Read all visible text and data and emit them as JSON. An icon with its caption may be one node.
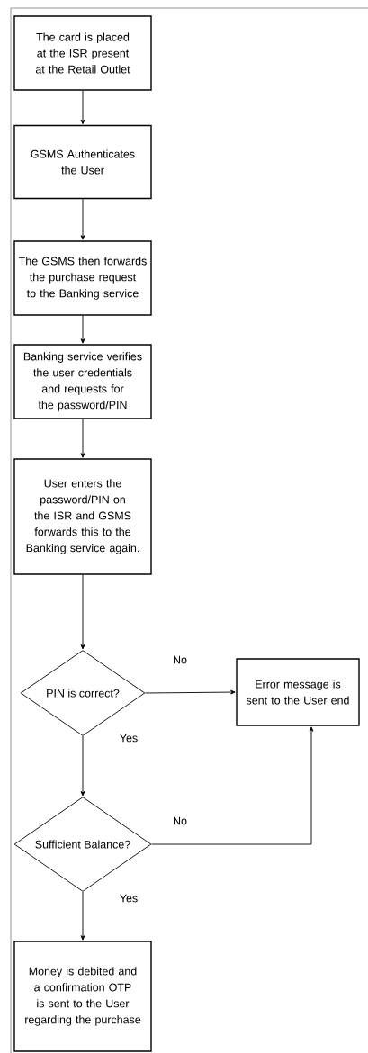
{
  "diagram": {
    "nodes": [
      {
        "text": [
          "The card is placed at the ISR present at the Retail Outlet"
        ]
      },
      {
        "text": [
          "GSMS Authenticates the User"
        ]
      },
      {
        "text": [
          "The GSMS then forwards the purchase request to the Banking service"
        ]
      },
      {
        "text": [
          "Banking service verifies the user credentials and requests for the password/PIN"
        ]
      },
      {
        "text": [
          "User enters the password/PIN on the ISR and GSMS forwards this to the Banking service again."
        ]
      },
      {
        "text": [
          "PIN is correct?"
        ]
      },
      {
        "text": [
          "Error message is sent to the User end"
        ]
      },
      {
        "text": [
          "Sufficient Balance?"
        ]
      },
      {
        "text": [
          "Money is debited and a confirmation OTP is sent to the User regarding the purchase"
        ]
      }
    ],
    "edges": [
      {
        "from": 0,
        "to": 1,
        "arrow": "to"
      },
      {
        "from": 1,
        "to": 2,
        "arrow": "to"
      },
      {
        "from": 2,
        "to": 3,
        "arrow": "to"
      },
      {
        "from": 3,
        "to": 4,
        "arrow": "to"
      },
      {
        "from": 4,
        "to": 5,
        "arrow": "to"
      },
      {
        "from": 5,
        "to": 6,
        "arrow": "to",
        "label": "No"
      },
      {
        "from": 5,
        "to": 7,
        "arrow": "to",
        "label": "Yes"
      },
      {
        "from": 7,
        "to": 6,
        "arrow": "to",
        "label": "No"
      },
      {
        "from": 7,
        "to": 8,
        "arrow": "to",
        "label": "Yes"
      }
    ]
  }
}
